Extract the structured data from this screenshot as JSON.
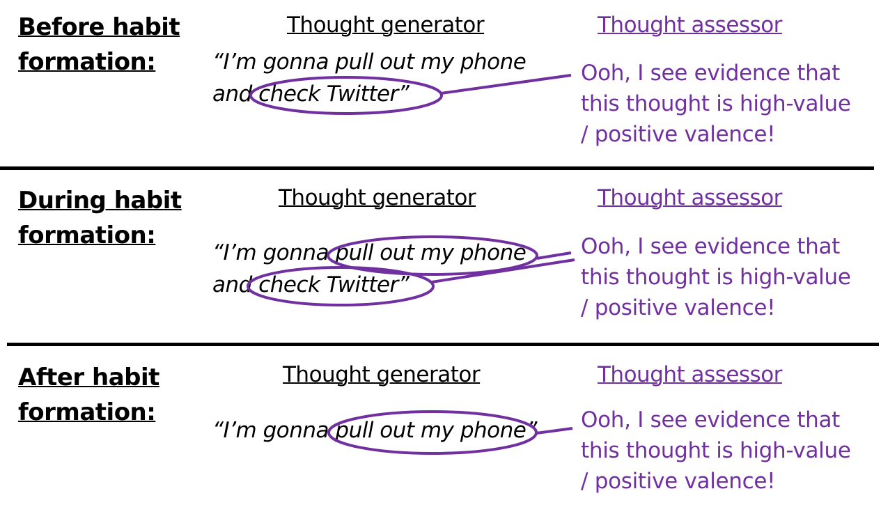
{
  "colors": {
    "assessor": "#7030a0",
    "text": "#000000",
    "divider": "#000000"
  },
  "rows": [
    {
      "label_line1": "Before habit",
      "label_line2": "formation:",
      "generator_heading": "Thought generator",
      "assessor_heading": "Thought assessor",
      "thought_line1": "“I’m gonna pull out my phone",
      "thought_line2": "and check Twitter”",
      "assessment_line1": "Ooh, I see evidence that",
      "assessment_line2": "this thought is high-value",
      "assessment_line3": "/ positive valence!"
    },
    {
      "label_line1": "During habit",
      "label_line2": "formation:",
      "generator_heading": "Thought generator",
      "assessor_heading": "Thought assessor",
      "thought_line1": "“I’m gonna pull out my phone",
      "thought_line2": "and check Twitter”",
      "assessment_line1": "Ooh, I see evidence that",
      "assessment_line2": "this thought is high-value",
      "assessment_line3": "/ positive valence!"
    },
    {
      "label_line1": "After habit",
      "label_line2": "formation:",
      "generator_heading": "Thought generator",
      "assessor_heading": "Thought assessor",
      "thought_line1": "“I’m gonna pull out my phone”",
      "assessment_line1": "Ooh, I see evidence that",
      "assessment_line2": "this thought is high-value",
      "assessment_line3": "/ positive valence!"
    }
  ]
}
